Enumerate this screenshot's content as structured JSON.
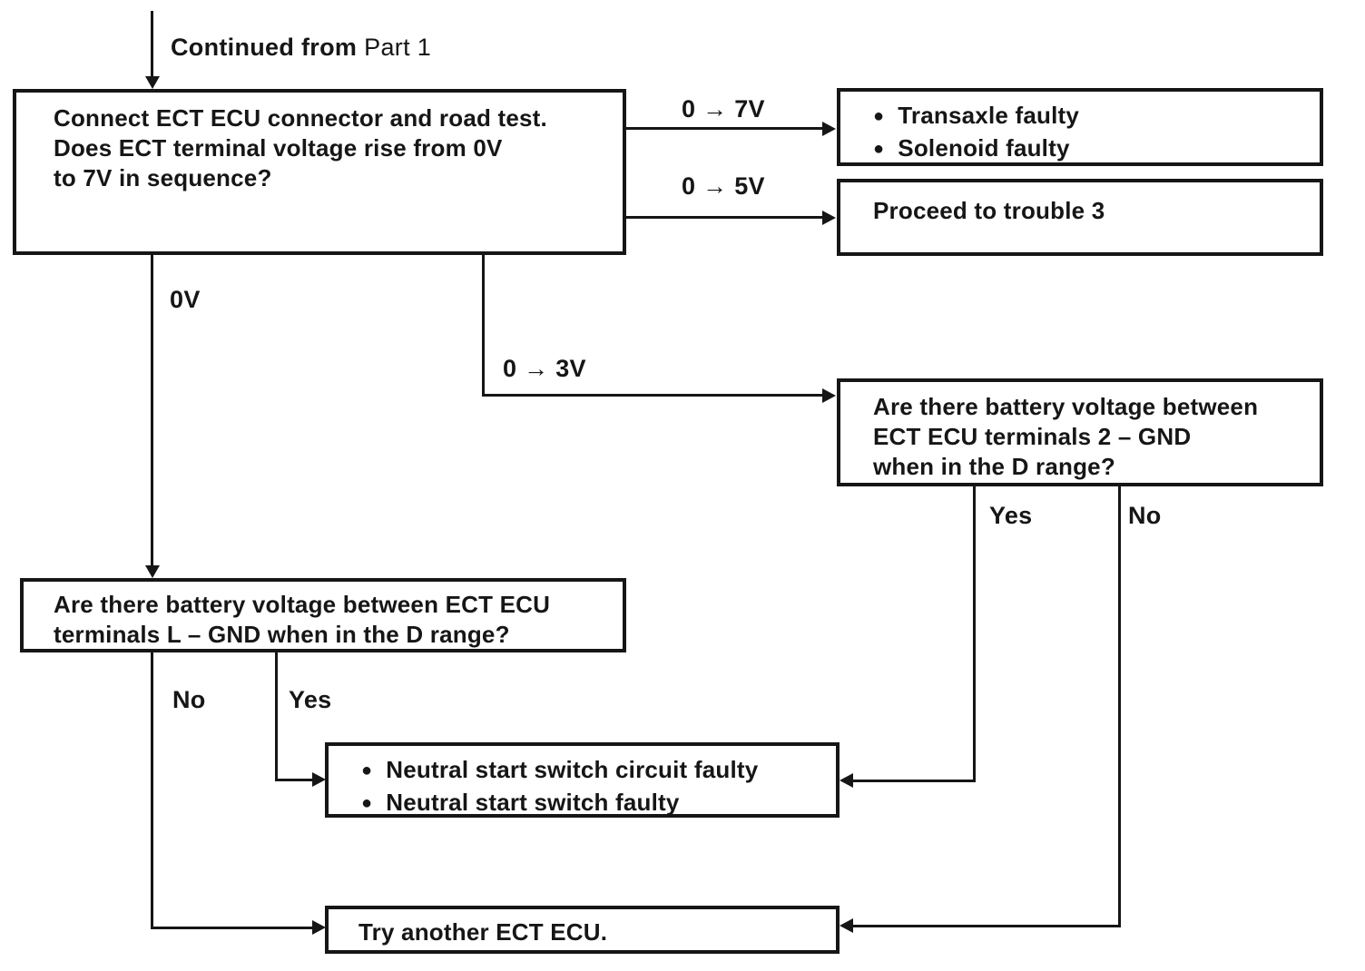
{
  "colors": {
    "ink": "#161616",
    "paper": "#ffffff"
  },
  "note": {
    "bold": "Continued from",
    "regular": "Part 1"
  },
  "bullet_icon": "●",
  "boxes": {
    "start": {
      "lines": [
        "Connect ECT ECU connector and road test.",
        "Does ECT terminal voltage rise from 0V",
        "to 7V in sequence?"
      ]
    },
    "transaxle_faulty": {
      "bullets": [
        "Transaxle faulty",
        "Solenoid faulty"
      ]
    },
    "proceed_trouble3": {
      "text": "Proceed to trouble 3"
    },
    "battery_terminals_2": {
      "lines": [
        "Are there battery voltage between",
        "ECT ECU terminals 2 – GND",
        "when in the D range?"
      ]
    },
    "battery_terminals_L": {
      "lines": [
        "Are there battery voltage between ECT ECU",
        "terminals L – GND when in the D range?"
      ]
    },
    "neutral_switch": {
      "bullets": [
        "Neutral start switch circuit faulty",
        "Neutral start switch faulty"
      ]
    },
    "try_another_ecu": {
      "text": "Try another ECT ECU."
    }
  },
  "labels": {
    "to_transaxle": "0 → 7V",
    "to_proceed": "0 → 5V",
    "zero_volts": "0V",
    "to_terminals2": "0 → 3V",
    "t2_yes": "Yes",
    "t2_no": "No",
    "tl_no": "No",
    "tl_yes": "Yes"
  }
}
